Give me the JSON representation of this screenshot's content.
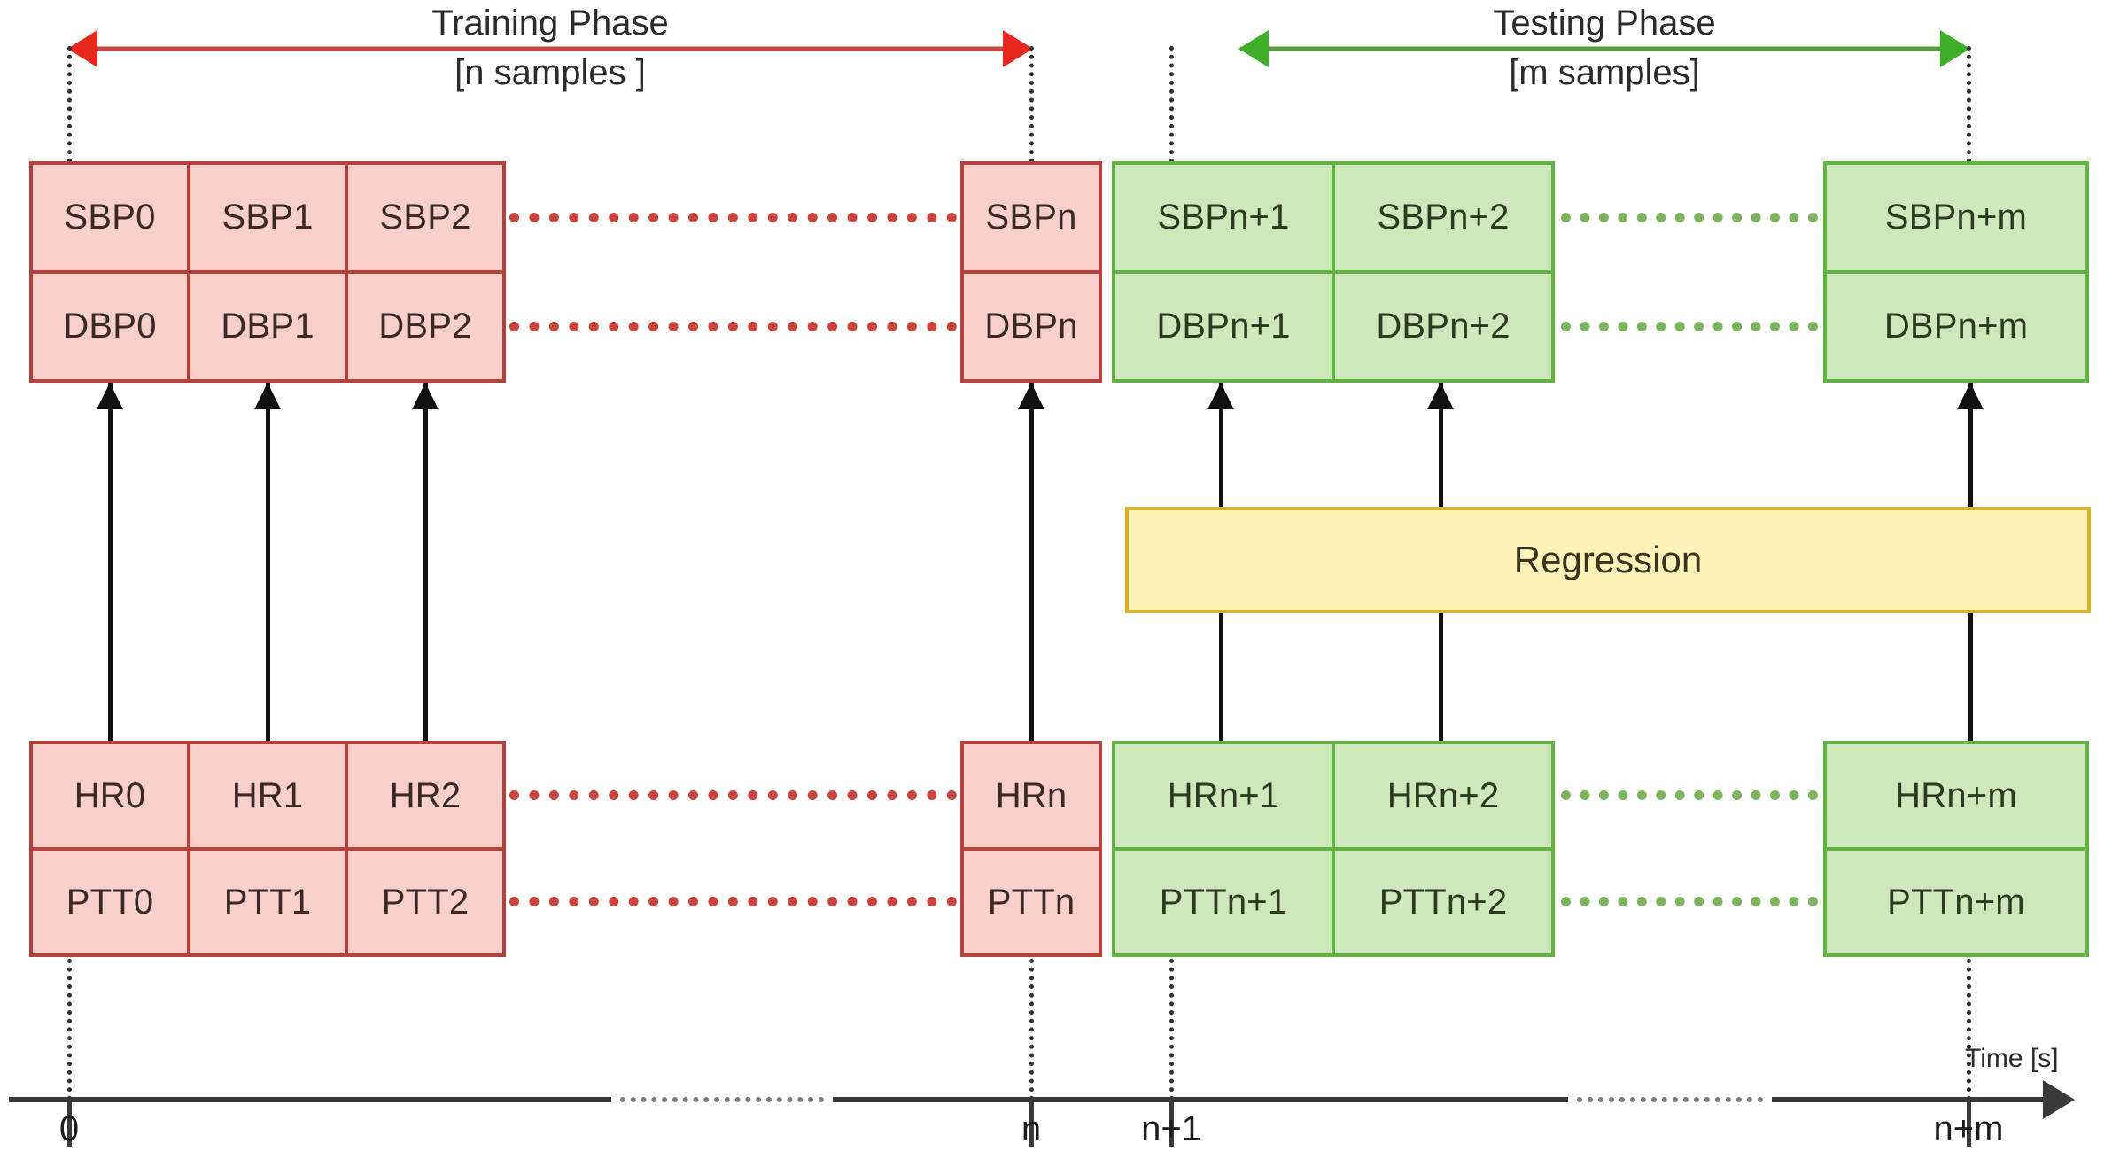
{
  "diagram": {
    "title": "Blood pressure estimation training and testing timeline",
    "colors": {
      "train_fill": "#f8cfca",
      "train_border": "#b5423a",
      "test_fill": "#cfe8bb",
      "test_border": "#63b244",
      "regression_fill": "#fdf3b8",
      "regression_border": "#d9b12a",
      "arrow_red": "#e8281e",
      "arrow_green": "#3fae2a",
      "axis": "#3a3a3a"
    }
  },
  "phases": {
    "training": {
      "name": "Training Phase",
      "samples": "[n samples ]"
    },
    "testing": {
      "name": "Testing Phase",
      "samples": "[m samples]"
    }
  },
  "output_blocks": {
    "training": [
      {
        "sbp": "SBP0",
        "dbp": "DBP0"
      },
      {
        "sbp": "SBP1",
        "dbp": "DBP1"
      },
      {
        "sbp": "SBP2",
        "dbp": "DBP2"
      },
      {
        "sbp": "SBPn",
        "dbp": "DBPn"
      }
    ],
    "testing": [
      {
        "sbp": "SBPn+1",
        "dbp": "DBPn+1"
      },
      {
        "sbp": "SBPn+2",
        "dbp": "DBPn+2"
      },
      {
        "sbp": "SBPn+m",
        "dbp": "DBPn+m"
      }
    ]
  },
  "input_blocks": {
    "training": [
      {
        "hr": "HR0",
        "ptt": "PTT0"
      },
      {
        "hr": "HR1",
        "ptt": "PTT1"
      },
      {
        "hr": "HR2",
        "ptt": "PTT2"
      },
      {
        "hr": "HRn",
        "ptt": "PTTn"
      }
    ],
    "testing": [
      {
        "hr": "HRn+1",
        "ptt": "PTTn+1"
      },
      {
        "hr": "HRn+2",
        "ptt": "PTTn+2"
      },
      {
        "hr": "HRn+m",
        "ptt": "PTTn+m"
      }
    ]
  },
  "regression": {
    "label": "Regression"
  },
  "axis": {
    "label": "Time [s]",
    "ticks": [
      {
        "value": "0"
      },
      {
        "value": "n"
      },
      {
        "value": "n+1"
      },
      {
        "value": "n+m"
      }
    ]
  }
}
